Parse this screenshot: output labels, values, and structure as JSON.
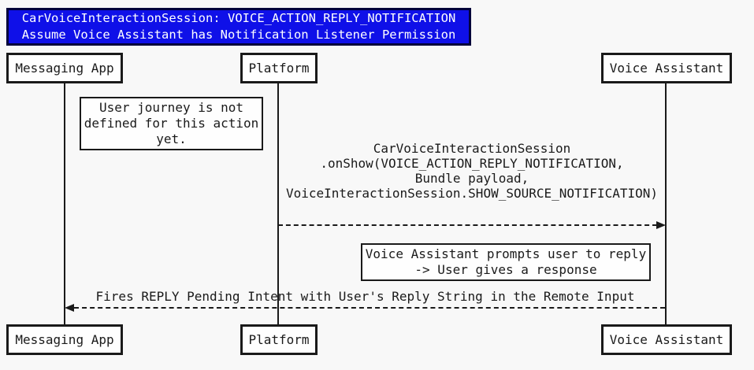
{
  "title": {
    "line1": "CarVoiceInteractionSession: VOICE_ACTION_REPLY_NOTIFICATION",
    "line2": "Assume Voice Assistant has Notification Listener Permission"
  },
  "participants": [
    {
      "name": "Messaging App"
    },
    {
      "name": "Platform"
    },
    {
      "name": "Voice Assistant"
    }
  ],
  "notes": [
    {
      "lines": [
        "User journey is not",
        "defined for this action",
        "yet."
      ]
    },
    {
      "lines": [
        "Voice Assistant prompts user to reply",
        "-> User gives a response"
      ]
    }
  ],
  "messages": [
    {
      "from": "Platform",
      "to": "Voice Assistant",
      "style": "dashed-arrow-right",
      "lines": [
        "CarVoiceInteractionSession",
        ".onShow(VOICE_ACTION_REPLY_NOTIFICATION,",
        "Bundle payload,",
        "VoiceInteractionSession.SHOW_SOURCE_NOTIFICATION)"
      ]
    },
    {
      "from": "Voice Assistant",
      "to": "Messaging App",
      "style": "dashed-arrow-left",
      "lines": [
        "Fires REPLY Pending Intent with User's Reply String in the Remote Input"
      ]
    }
  ],
  "colors": {
    "background": "#f8f8f8",
    "ink": "#1a1a1a",
    "box_fill": "#fefefe",
    "title_fill": "#0f10e8",
    "title_border": "#02023a",
    "title_text": "#ffffff"
  }
}
